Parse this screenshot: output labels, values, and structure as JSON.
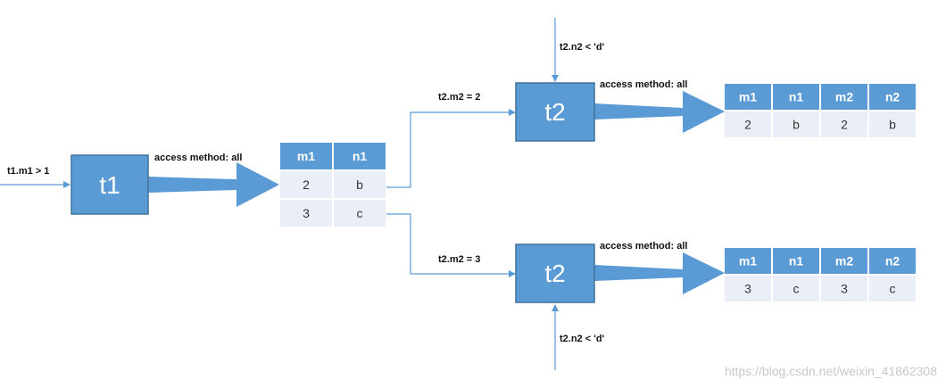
{
  "colors": {
    "node_fill": "#5b9bd5",
    "node_stroke": "#41719c",
    "header_fill": "#5b9bd5",
    "cell_fill": "#e9eef7",
    "line": "#5b9bd5"
  },
  "nodes": {
    "t1": {
      "label": "t1"
    },
    "t2_top": {
      "label": "t2"
    },
    "t2_bottom": {
      "label": "t2"
    }
  },
  "edge_labels": {
    "t1_input": "t1.m1 > 1",
    "t1_access": "access method: all",
    "t2_top_join": "t2.m2 = 2",
    "t2_top_filter": "t2.n2 < 'd'",
    "t2_top_access": "access method: all",
    "t2_bottom_join": "t2.m2 = 3",
    "t2_bottom_filter": "t2.n2 < 'd'",
    "t2_bottom_access": "access method: all"
  },
  "tables": {
    "t1_result": {
      "headers": [
        "m1",
        "n1"
      ],
      "rows": [
        [
          "2",
          "b"
        ],
        [
          "3",
          "c"
        ]
      ]
    },
    "top_result": {
      "headers": [
        "m1",
        "n1",
        "m2",
        "n2"
      ],
      "rows": [
        [
          "2",
          "b",
          "2",
          "b"
        ]
      ]
    },
    "bottom_result": {
      "headers": [
        "m1",
        "n1",
        "m2",
        "n2"
      ],
      "rows": [
        [
          "3",
          "c",
          "3",
          "c"
        ]
      ]
    }
  },
  "watermark": "https://blog.csdn.net/weixin_41862308"
}
